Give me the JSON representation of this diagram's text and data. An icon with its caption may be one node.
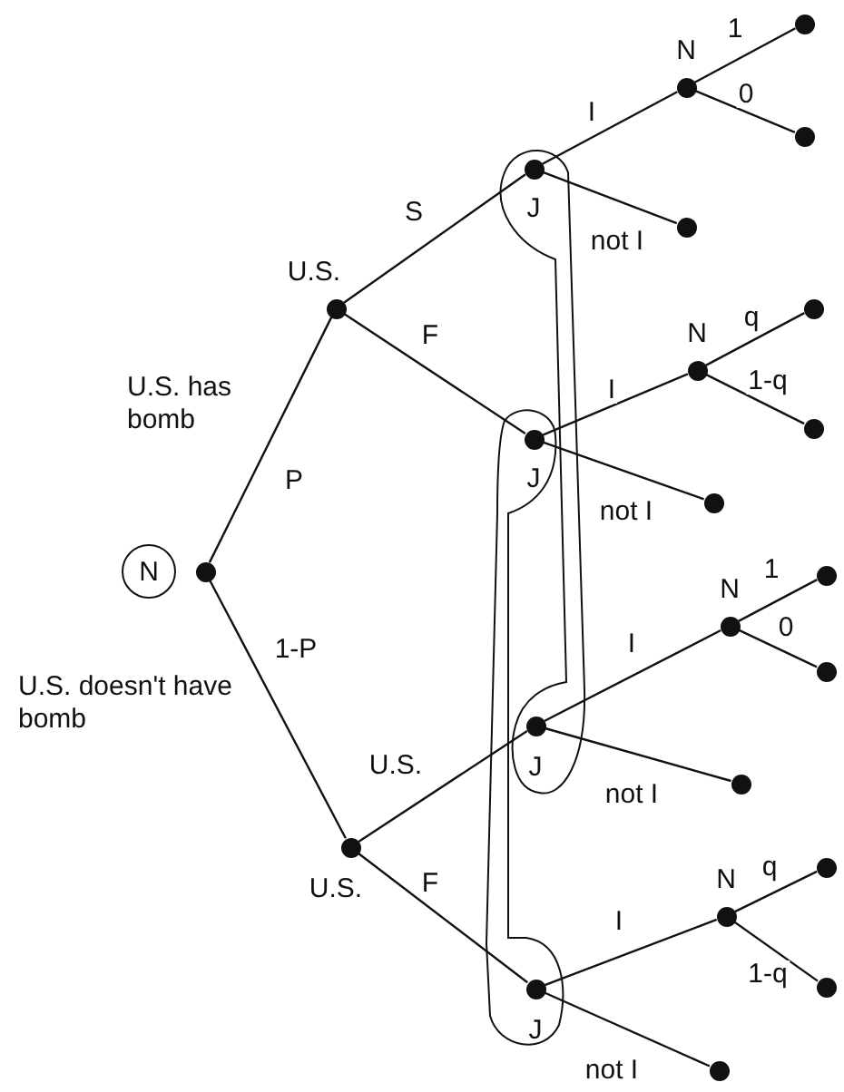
{
  "diagram": {
    "nodes": [
      {
        "text": [
          "N"
        ]
      },
      {
        "text": [
          "U.S."
        ]
      },
      {
        "text": [
          "U.S."
        ]
      },
      {
        "text": [
          "J"
        ]
      },
      {
        "text": [
          "J"
        ]
      },
      {
        "text": [
          "J"
        ]
      },
      {
        "text": [
          "J"
        ]
      },
      {
        "text": [
          "N"
        ]
      },
      {
        "text": [
          "N"
        ]
      },
      {
        "text": [
          "N"
        ]
      },
      {
        "text": [
          "N"
        ]
      },
      {
        "text": [],
        "shape": "circle"
      },
      {
        "text": [],
        "shape": "circle"
      },
      {
        "text": [],
        "shape": "circle"
      },
      {
        "text": [],
        "shape": "circle"
      },
      {
        "text": [],
        "shape": "circle"
      },
      {
        "text": [],
        "shape": "circle"
      },
      {
        "text": [],
        "shape": "circle"
      },
      {
        "text": [],
        "shape": "circle"
      },
      {
        "text": [],
        "shape": "circle"
      },
      {
        "text": [],
        "shape": "circle"
      },
      {
        "text": [],
        "shape": "circle"
      },
      {
        "text": [],
        "shape": "circle"
      }
    ],
    "edges": [
      {
        "from": 0,
        "to": 1,
        "arrow": "none",
        "label": "P"
      },
      {
        "from": 0,
        "to": 2,
        "arrow": "none",
        "label": "1-P"
      },
      {
        "from": 1,
        "to": 3,
        "arrow": "none",
        "label": "S"
      },
      {
        "from": 1,
        "to": 4,
        "arrow": "none",
        "label": "F"
      },
      {
        "from": 2,
        "to": 5,
        "arrow": "none",
        "label": "U.S."
      },
      {
        "from": 2,
        "to": 6,
        "arrow": "none",
        "label": "F"
      },
      {
        "from": 3,
        "to": 7,
        "arrow": "none",
        "label": "I"
      },
      {
        "from": 3,
        "to": 13,
        "arrow": "none",
        "label": "not I"
      },
      {
        "from": 4,
        "to": 8,
        "arrow": "none",
        "label": "I"
      },
      {
        "from": 4,
        "to": 16,
        "arrow": "none",
        "label": "not I"
      },
      {
        "from": 5,
        "to": 9,
        "arrow": "none",
        "label": "I"
      },
      {
        "from": 5,
        "to": 19,
        "arrow": "none",
        "label": "not I"
      },
      {
        "from": 6,
        "to": 10,
        "arrow": "none",
        "label": "I"
      },
      {
        "from": 6,
        "to": 22,
        "arrow": "none",
        "label": "not I"
      },
      {
        "from": 7,
        "to": 11,
        "arrow": "none",
        "label": "1"
      },
      {
        "from": 7,
        "to": 12,
        "arrow": "none",
        "label": "0"
      },
      {
        "from": 8,
        "to": 14,
        "arrow": "none",
        "label": "q"
      },
      {
        "from": 8,
        "to": 15,
        "arrow": "none",
        "label": "1-q"
      },
      {
        "from": 9,
        "to": 17,
        "arrow": "none",
        "label": "1"
      },
      {
        "from": 9,
        "to": 18,
        "arrow": "none",
        "label": "0"
      },
      {
        "from": 10,
        "to": 20,
        "arrow": "none",
        "label": "q"
      },
      {
        "from": 10,
        "to": 21,
        "arrow": "none",
        "label": "1-q"
      }
    ],
    "labels": [
      "U.S. has bomb",
      "U.S. doesn't have bomb"
    ]
  }
}
